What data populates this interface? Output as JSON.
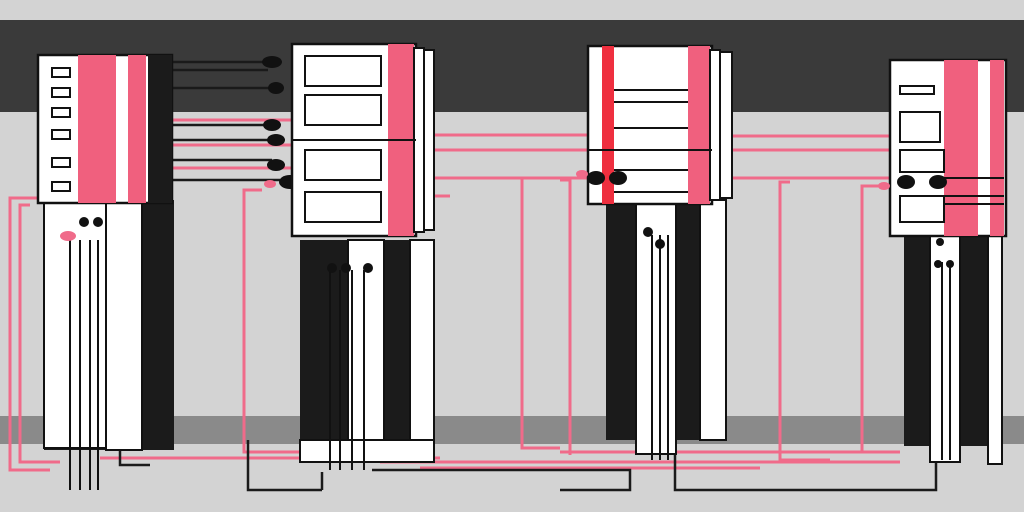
{
  "colors": {
    "background": "#d3d3d3",
    "dark_band": "#3a3a3a",
    "floor_band": "#8a8a8a",
    "panel": "#ffffff",
    "accent_pink": "#f0607e",
    "accent_red": "#ef2f3f",
    "outline": "#111111",
    "cable_pink": "#f06b8a",
    "cable_black": "#1a1a1a"
  },
  "scene": {
    "server_count": 4,
    "servers": [
      {
        "name": "server-rack-1",
        "accent": "pink"
      },
      {
        "name": "server-rack-2",
        "accent": "pink"
      },
      {
        "name": "server-rack-3",
        "accent": "red"
      },
      {
        "name": "server-rack-4",
        "accent": "pink"
      }
    ]
  }
}
